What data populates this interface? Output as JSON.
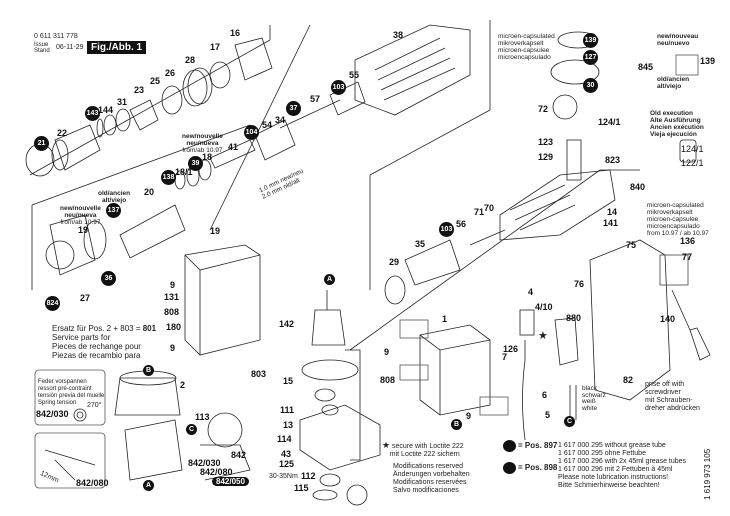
{
  "header": {
    "part_number": "0 611 311 778",
    "issue_label": "Issue",
    "stand_label": "Stand",
    "date": "06-11-29",
    "figure": "Fig./Abb. 1"
  },
  "variant_notes": {
    "new_from_1097": [
      "new/nouvelle",
      "neu/nueva",
      "from/ab 10.97"
    ],
    "old": [
      "old/ancien",
      "alt/viejo"
    ],
    "shim": [
      "1.0 mm new/neu",
      "2.0 mm old/alt"
    ],
    "microencapsulated": [
      "microen-capsulated",
      "mikroverkapselt",
      "microen-capsulee",
      "microencapsulado"
    ],
    "microencapsulated_from": [
      "microen-capsulated",
      "mikroverkapselt",
      "microen-capsulee",
      "microencapsulado",
      "from 10.97 / ab 10.97"
    ],
    "new_nouveau": [
      "new/nouveau",
      "neu/nuevo"
    ],
    "old_ancien": [
      "old/ancien",
      "alt/viejo"
    ],
    "old_execution": [
      "Old execution",
      "Alte Ausführung",
      "Ancien exécution",
      "Vieja ejecución"
    ],
    "service_parts": [
      "Ersatz für Pos. 2 + 803 = ",
      "801",
      "Service parts for",
      "Pieces de rechange pour",
      "Piezas de recambio para"
    ],
    "spring": [
      "Feder vorspannen",
      "ressort pré-contraint",
      "tensión previa del muelle",
      "Spring tension",
      "270°"
    ],
    "prise": [
      "prise off with",
      "screwdriver",
      "mit Schrauben-",
      "dreher abdrücken"
    ],
    "wires": [
      "black",
      "schwarz",
      "weiß",
      "white"
    ],
    "torque": "30-35Nm",
    "length": "12mm"
  },
  "callouts": {
    "c16": "16",
    "c17": "17",
    "c28": "28",
    "c26": "26",
    "c25": "25",
    "c23": "23",
    "c31": "31",
    "c144": "144",
    "c143": "143",
    "c22": "22",
    "c21": "21",
    "c38": "38",
    "c55": "55",
    "c103a": "103",
    "c57": "57",
    "c37": "37",
    "c54": "54",
    "c34": "34",
    "c104": "104",
    "c41": "41",
    "c18": "18",
    "c39": "39",
    "c181": "18/1",
    "c138": "138",
    "c20": "20",
    "c137": "137",
    "c19a": "19",
    "c19b": "19",
    "c36": "36",
    "c27": "27",
    "c824": "824",
    "c9a": "9",
    "c131": "131",
    "c808a": "808",
    "c180": "180",
    "c9b": "9",
    "cA1": "A",
    "c142": "142",
    "c803": "803",
    "c15": "15",
    "c111": "111",
    "c13": "13",
    "c114": "114",
    "c43": "43",
    "c125": "125",
    "c112": "112",
    "c115": "115",
    "cB1": "B",
    "c2": "2",
    "c113": "113",
    "cC1": "C",
    "c842": "842",
    "c842030": "842/030",
    "c842080": "842/080",
    "c842050": "842/050",
    "cA2": "A",
    "c842030b": "842/030",
    "c842080b": "842/080",
    "c139a": "139",
    "c127": "127",
    "c30": "30",
    "c845": "845",
    "c139b": "139",
    "c72": "72",
    "c1241a": "124/1",
    "c123": "123",
    "c129": "129",
    "c823": "823",
    "c840": "840",
    "c1241b": "124/1",
    "c1221": "122/1",
    "c14": "14",
    "c141": "141",
    "c136": "136",
    "c75": "75",
    "c77": "77",
    "c140": "140",
    "c82": "82",
    "c29": "29",
    "c35": "35",
    "c103b": "103",
    "c56": "56",
    "c71": "71",
    "c70": "70",
    "c1": "1",
    "c9c": "9",
    "c808b": "808",
    "c9d": "9",
    "cB2": "B",
    "c4": "4",
    "c410": "4/10",
    "c880": "880",
    "c76": "76",
    "c126": "126",
    "c7": "7",
    "c6": "6",
    "c5": "5",
    "cC2": "C"
  },
  "footer": {
    "loctite": [
      "secure with Loctite 222",
      "mit Loctite 222 sichern"
    ],
    "modifications": [
      "Modifications reserved",
      "Änderungen vorbehalten",
      "Modifications reservées",
      "Salvo modificaciones"
    ],
    "pos897": "= Pos. 897",
    "pos898": "= Pos. 898",
    "grease_lines": [
      "1 617 000 295 without grease tube",
      "1 617 000 295 ohne Fettube",
      "1 617 000 296 with 2x 45ml grease tubes",
      "1 617 000 296 mit 2 Fettuben à 45ml",
      "Please note lubrication instructions!",
      "Bitte Schmierhinweise beachten!"
    ],
    "doc_number": "1 619 973 105"
  },
  "icons": {
    "star": "loctite-star-icon",
    "grease_dot": "grease-dot-icon"
  }
}
